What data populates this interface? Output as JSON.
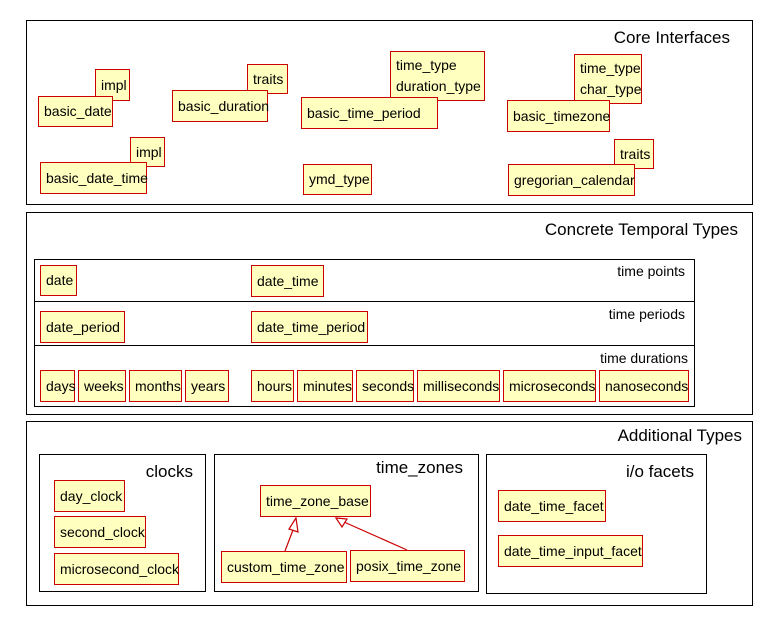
{
  "core": {
    "title": "Core Interfaces",
    "basic_date": "basic_date",
    "basic_date_impl": "impl",
    "basic_duration": "basic_duration",
    "basic_duration_traits": "traits",
    "basic_time_period": "basic_time_period",
    "basic_time_period_params": [
      "time_type",
      "duration_type"
    ],
    "basic_timezone": "basic_timezone",
    "basic_timezone_params": [
      "time_type",
      "char_type"
    ],
    "basic_date_time": "basic_date_time",
    "basic_date_time_impl": "impl",
    "ymd_type": "ymd_type",
    "gregorian_calendar": "gregorian_calendar",
    "gregorian_calendar_traits": "traits"
  },
  "concrete": {
    "title": "Concrete Temporal Types",
    "time_points": {
      "label": "time points",
      "items": [
        "date",
        "date_time"
      ]
    },
    "time_periods": {
      "label": "time periods",
      "items": [
        "date_period",
        "date_time_period"
      ]
    },
    "time_durations": {
      "label": "time durations",
      "items": [
        "days",
        "weeks",
        "months",
        "years",
        "hours",
        "minutes",
        "seconds",
        "milliseconds",
        "microseconds",
        "nanoseconds"
      ]
    }
  },
  "additional": {
    "title": "Additional Types",
    "clocks": {
      "title": "clocks",
      "items": [
        "day_clock",
        "second_clock",
        "microsecond_clock"
      ]
    },
    "time_zones": {
      "title": "time_zones",
      "base": "time_zone_base",
      "custom": "custom_time_zone",
      "posix": "posix_time_zone"
    },
    "io_facets": {
      "title": "i/o facets",
      "items": [
        "date_time_facet",
        "date_time_input_facet"
      ]
    }
  },
  "colors": {
    "box_fill": "#ffffc0",
    "box_border": "#cc0000",
    "frame_border": "#000000",
    "arrow": "#cc0000"
  }
}
